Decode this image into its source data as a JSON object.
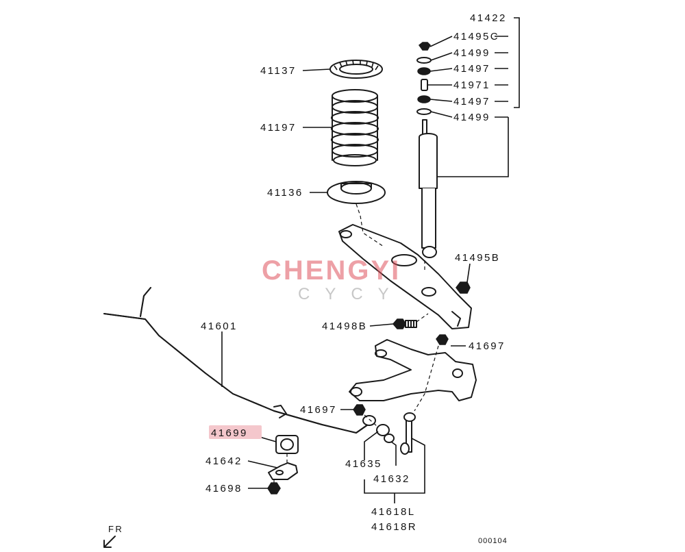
{
  "diagram": {
    "callouts": [
      {
        "id": "c41422",
        "text": "41422"
      },
      {
        "id": "c41495c",
        "text": "41495C"
      },
      {
        "id": "c41499a",
        "text": "41499"
      },
      {
        "id": "c41497a",
        "text": "41497"
      },
      {
        "id": "c41971",
        "text": "41971"
      },
      {
        "id": "c41497b",
        "text": "41497"
      },
      {
        "id": "c41499b",
        "text": "41499"
      },
      {
        "id": "c41137",
        "text": "41137"
      },
      {
        "id": "c41197",
        "text": "41197"
      },
      {
        "id": "c41136",
        "text": "41136"
      },
      {
        "id": "c41495b",
        "text": "41495B"
      },
      {
        "id": "c41498b",
        "text": "41498B"
      },
      {
        "id": "c41601",
        "text": "41601"
      },
      {
        "id": "c41697a",
        "text": "41697"
      },
      {
        "id": "c41697b",
        "text": "41697"
      },
      {
        "id": "c41699",
        "text": "41699"
      },
      {
        "id": "c41642",
        "text": "41642"
      },
      {
        "id": "c41698",
        "text": "41698"
      },
      {
        "id": "c41635",
        "text": "41635"
      },
      {
        "id": "c41632",
        "text": "41632"
      },
      {
        "id": "c41618l",
        "text": "41618L"
      },
      {
        "id": "c41618r",
        "text": "41618R"
      }
    ],
    "direction_label": "FR",
    "figure_code": "000104",
    "highlight_color": "#f4c7cc"
  },
  "watermark": {
    "brand": "CHENGYI",
    "sub": "CYCY",
    "color": "#e0535e"
  }
}
